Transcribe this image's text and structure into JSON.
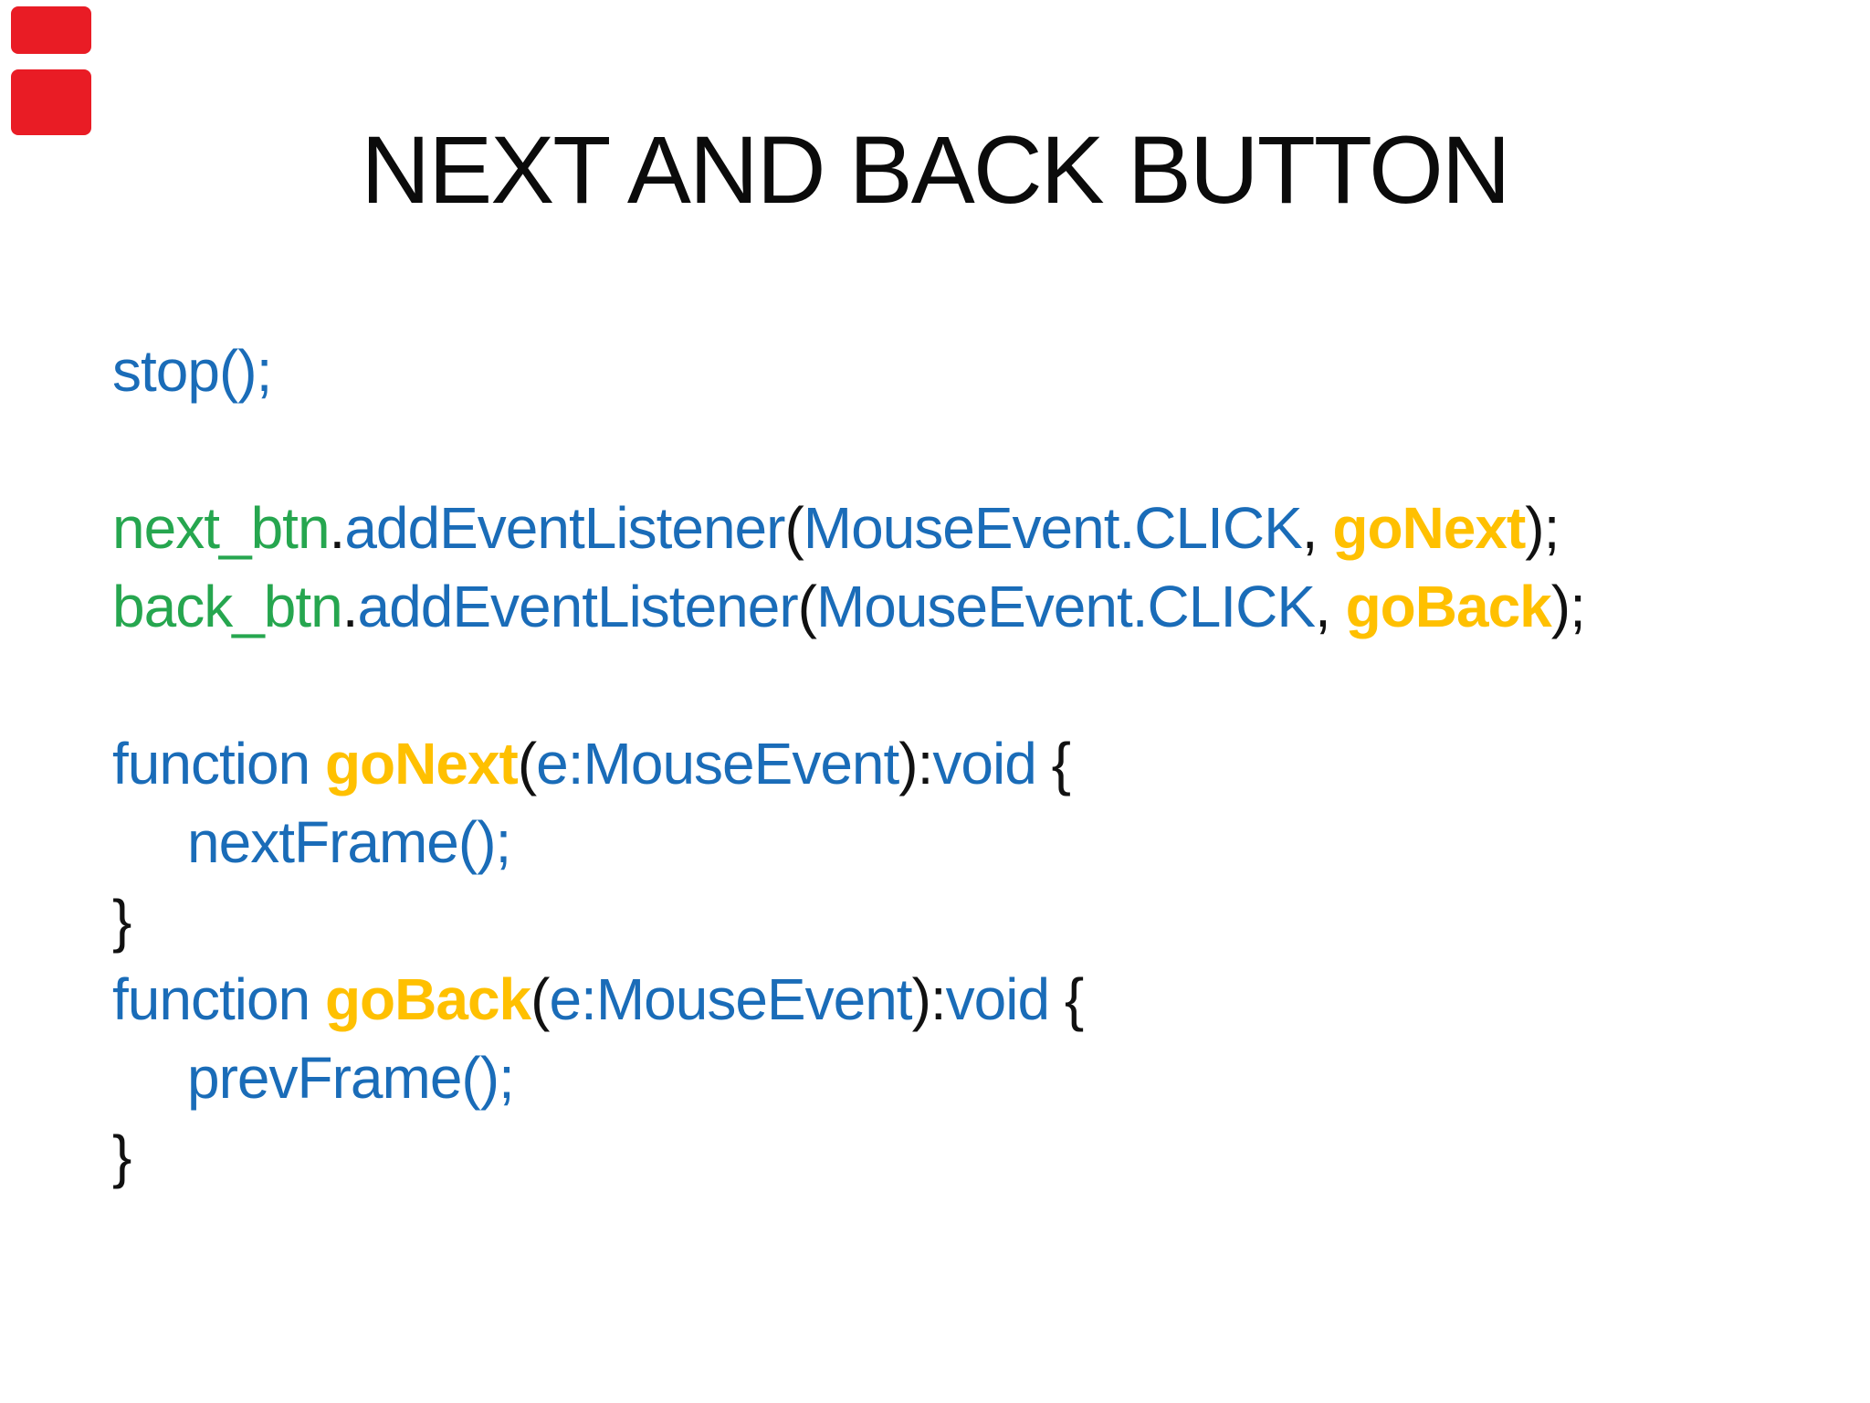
{
  "slide": {
    "title": "NEXT AND BACK BUTTON"
  },
  "colors": {
    "background": "#FFFFFF",
    "title_black": "#0B0B0B",
    "syntax_blue": "#1A6CB8",
    "syntax_green": "#26A64F",
    "syntax_gold": "#FFC000",
    "syntax_black": "#111111",
    "marker_red": "#E91C25"
  },
  "code": {
    "lines": [
      {
        "indent": 0,
        "segments": [
          {
            "t": "stop();",
            "c": "syntax_blue"
          }
        ]
      },
      {
        "indent": 0,
        "segments": []
      },
      {
        "indent": 0,
        "segments": [
          {
            "t": "next_btn",
            "c": "syntax_green"
          },
          {
            "t": ".",
            "c": "syntax_black"
          },
          {
            "t": "addEventListener",
            "c": "syntax_blue"
          },
          {
            "t": "(",
            "c": "syntax_black"
          },
          {
            "t": "MouseEvent.CLICK",
            "c": "syntax_blue"
          },
          {
            "t": ", ",
            "c": "syntax_black"
          },
          {
            "t": "goNext",
            "c": "syntax_gold",
            "b": true
          },
          {
            "t": ");",
            "c": "syntax_black"
          }
        ]
      },
      {
        "indent": 0,
        "segments": [
          {
            "t": "back_btn",
            "c": "syntax_green"
          },
          {
            "t": ".",
            "c": "syntax_black"
          },
          {
            "t": "addEventListener",
            "c": "syntax_blue"
          },
          {
            "t": "(",
            "c": "syntax_black"
          },
          {
            "t": "MouseEvent.CLICK",
            "c": "syntax_blue"
          },
          {
            "t": ", ",
            "c": "syntax_black"
          },
          {
            "t": "goBack",
            "c": "syntax_gold",
            "b": true
          },
          {
            "t": ");",
            "c": "syntax_black"
          }
        ]
      },
      {
        "indent": 0,
        "segments": []
      },
      {
        "indent": 0,
        "segments": [
          {
            "t": "function ",
            "c": "syntax_blue"
          },
          {
            "t": "goNext",
            "c": "syntax_gold",
            "b": true
          },
          {
            "t": "(",
            "c": "syntax_black"
          },
          {
            "t": "e:MouseEvent",
            "c": "syntax_blue"
          },
          {
            "t": "):",
            "c": "syntax_black"
          },
          {
            "t": "void ",
            "c": "syntax_blue"
          },
          {
            "t": "{",
            "c": "syntax_black"
          }
        ]
      },
      {
        "indent": 1,
        "segments": [
          {
            "t": "nextFrame();",
            "c": "syntax_blue"
          }
        ]
      },
      {
        "indent": 0,
        "segments": [
          {
            "t": "}",
            "c": "syntax_black"
          }
        ]
      },
      {
        "indent": 0,
        "segments": [
          {
            "t": "function ",
            "c": "syntax_blue"
          },
          {
            "t": "goBack",
            "c": "syntax_gold",
            "b": true
          },
          {
            "t": "(",
            "c": "syntax_black"
          },
          {
            "t": "e:MouseEvent",
            "c": "syntax_blue"
          },
          {
            "t": "):",
            "c": "syntax_black"
          },
          {
            "t": "void ",
            "c": "syntax_blue"
          },
          {
            "t": "{",
            "c": "syntax_black"
          }
        ]
      },
      {
        "indent": 1,
        "segments": [
          {
            "t": "prevFrame();",
            "c": "syntax_blue"
          }
        ]
      },
      {
        "indent": 0,
        "segments": [
          {
            "t": "}",
            "c": "syntax_black"
          }
        ]
      }
    ]
  }
}
